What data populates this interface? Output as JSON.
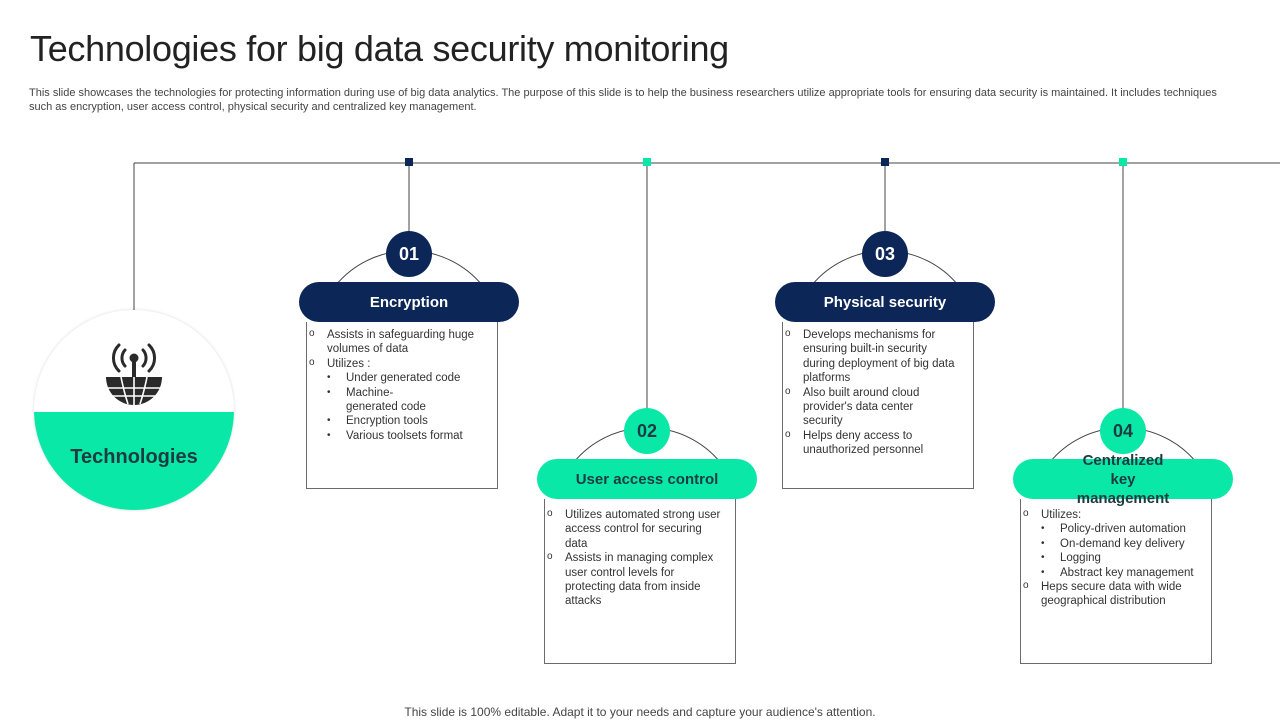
{
  "title": "Technologies for big data security monitoring",
  "subtitle": "This slide showcases the technologies for protecting information during use of big data analytics. The purpose of this slide is to help the business researchers utilize appropriate tools for ensuring data security is maintained. It includes techniques such as encryption, user access control, physical security and centralized key management.",
  "hub": {
    "label": "Technologies",
    "icon": "antenna-globe-icon"
  },
  "colors": {
    "dark": "#0b2657",
    "teal": "#0ae8a8",
    "hub_text": "#1d3b40"
  },
  "steps": [
    {
      "number": "01",
      "title": "Encryption",
      "style": "dark",
      "bullets": [
        {
          "text": "Assists in safeguarding huge volumes of data"
        },
        {
          "text": "Utilizes :",
          "sub": [
            "Under generated code",
            "Machine-generated code",
            "Encryption tools",
            "Various toolsets format"
          ]
        }
      ]
    },
    {
      "number": "02",
      "title": "User access control",
      "style": "teal",
      "bullets": [
        {
          "text": "Utilizes automated strong user access control for securing data"
        },
        {
          "text": "Assists in managing complex user control levels for protecting data from inside attacks"
        }
      ]
    },
    {
      "number": "03",
      "title": "Physical security",
      "style": "dark",
      "bullets": [
        {
          "text": "Develops mechanisms for ensuring built-in security during deployment of big data platforms"
        },
        {
          "text": "Also built around cloud provider's data center security"
        },
        {
          "text": "Helps deny access to unauthorized personnel"
        }
      ]
    },
    {
      "number": "04",
      "title": "Centralized key management",
      "style": "teal",
      "bullets": [
        {
          "text": "Utilizes:",
          "sub": [
            "Policy-driven automation",
            "On-demand key delivery",
            "Logging",
            "Abstract key management"
          ]
        },
        {
          "text": "Heps secure data with wide geographical distribution"
        }
      ]
    }
  ],
  "footer": "This slide is 100% editable. Adapt it to your needs and capture your audience's attention."
}
